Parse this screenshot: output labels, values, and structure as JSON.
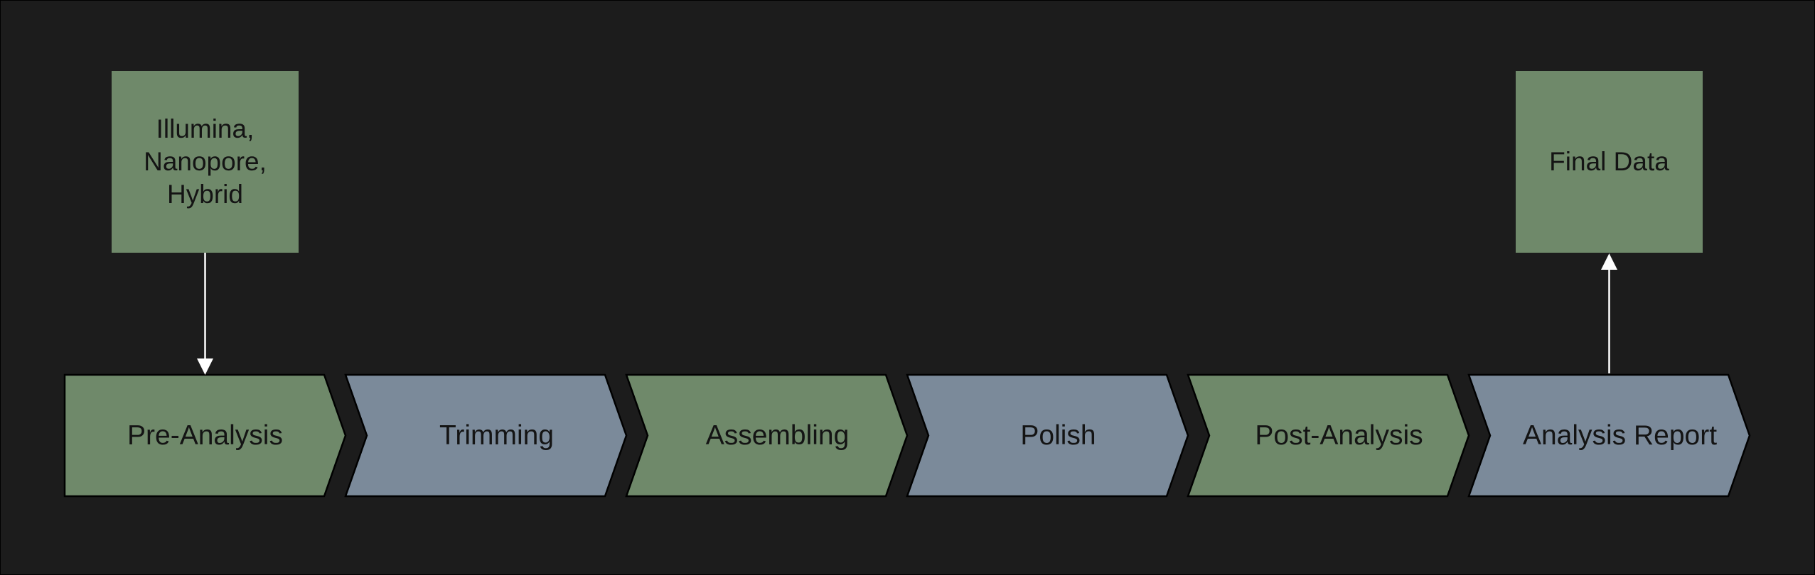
{
  "colors": {
    "background": "#1c1c1c",
    "green": "#6f896a",
    "gray": "#7b8a9a",
    "stroke": "#000000",
    "arrow": "#ffffff",
    "text": "#141414"
  },
  "input_box": {
    "lines": [
      "Illumina,",
      "Nanopore,",
      "Hybrid"
    ]
  },
  "output_box": {
    "label": "Final Data"
  },
  "steps": [
    {
      "label": "Pre-Analysis",
      "fill": "green"
    },
    {
      "label": "Trimming",
      "fill": "gray"
    },
    {
      "label": "Assembling",
      "fill": "green"
    },
    {
      "label": "Polish",
      "fill": "gray"
    },
    {
      "label": "Post-Analysis",
      "fill": "green"
    },
    {
      "label": "Analysis Report",
      "fill": "gray"
    }
  ]
}
